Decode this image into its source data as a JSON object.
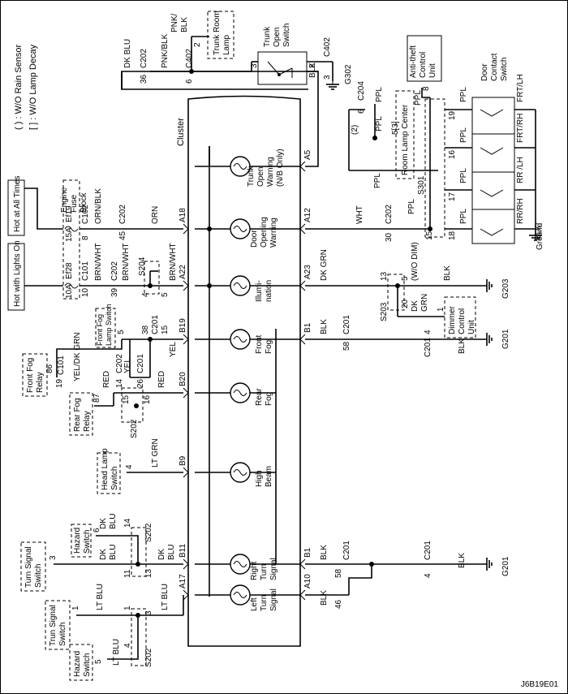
{
  "legend": {
    "paren": "( ) : W/O Rain Sensor",
    "bracket": "[ ] : W/O Lamp Decay"
  },
  "power": {
    "hot_all_times": "Hot at All Times",
    "hot_lights_on": "Hot with Lights On",
    "fuse_block": "Engine Fuse Block",
    "fuse1": "Ef19",
    "fuse1_amp": "15A",
    "fuse2": "Ef28",
    "fuse2_amp": "10A"
  },
  "cluster": {
    "label": "Cluster",
    "bulbs": [
      "Trunk Open Warning (N/B Only)",
      "Door Opening Warning",
      "Illumi-nation",
      "Front Fog",
      "Rear Fog",
      "High Beam",
      "Right Turn Signal",
      "Left Turn Signal"
    ],
    "pins_left": [
      "A18",
      "A22",
      "B19",
      "B20",
      "B9",
      "B11",
      "A17"
    ],
    "pins_right": [
      "A5",
      "A12",
      "A23",
      "B1",
      "B1",
      "A10"
    ]
  },
  "wires": {
    "dk_blu": "DK BLU",
    "pnk_blk": "PNK/BLK",
    "pnk_blk_stack": "PNK/ BLK",
    "orn_blk": "ORN/BLK",
    "orn": "ORN",
    "brn_wht": "BRN/WHT",
    "yel_dk_grn": "YEL/DK GRN",
    "yel": "YEL",
    "red": "RED",
    "lt_grn": "LT GRN",
    "dk_blu_split": "DK BLU",
    "lt_blu": "LT BLU",
    "wht": "WHT",
    "ppl": "PPL",
    "dk_grn": "DK GRN",
    "blk": "BLK",
    "frt_lh": "FRT/LH",
    "frt_rh": "FRT/RH",
    "rr_lh": "RR /LH",
    "rr_rh": "RR/RH",
    "wo_dim": "(W/O DIM)"
  },
  "connectors": {
    "c202": "C202",
    "c402": "C402",
    "c102": "C102",
    "c101": "C101",
    "c201": "C201",
    "c204": "C204",
    "s204": "S204",
    "s203": "S203",
    "s202": "S202",
    "s301": "S301",
    "g302": "G302",
    "g203": "G203",
    "g201": "G201"
  },
  "pins": {
    "p36": "36",
    "p6": "6",
    "p2": "2",
    "p3": "3",
    "p8": "8",
    "p45": "45",
    "p10": "10",
    "p39": "39",
    "p4": "4",
    "p5": "5",
    "p15": "15",
    "p38": "38",
    "p86": "86",
    "p19": "19",
    "p14": "14",
    "p26": "26",
    "p87": "87",
    "p16": "16",
    "p11": "11",
    "p13": "13",
    "p1": "1",
    "p30": "30",
    "p18": "18",
    "p17": "17",
    "p20": "20",
    "p58": "58",
    "p46": "46",
    "p2p": "(2)",
    "p5b": "5[3]"
  },
  "components": {
    "trunk_room_lamp": "Trunk Room Lamp",
    "trunk_open_switch": "Trunk Open Switch",
    "anti_theft": "Anti-theft Control Unit",
    "door_contact": "Door Contact Switch",
    "room_lamp_center": "Room Lamp Center",
    "ground": "Ground",
    "dimmer": "Dimmer Control Unit",
    "front_fog_lamp_switch": "Front Fog Lamp Switch",
    "front_fog_relay": "Front Fog Relay",
    "rear_fog_relay": "Rear Fog Relay",
    "head_lamp_switch": "Head Lamp Switch",
    "hazard_switch": "Hazard Switch",
    "turn_signal_switch": "Turn Signal Switch",
    "trun_signal_switch": "Trun Signal Switch"
  },
  "footer": {
    "code": "J6B19E01"
  }
}
